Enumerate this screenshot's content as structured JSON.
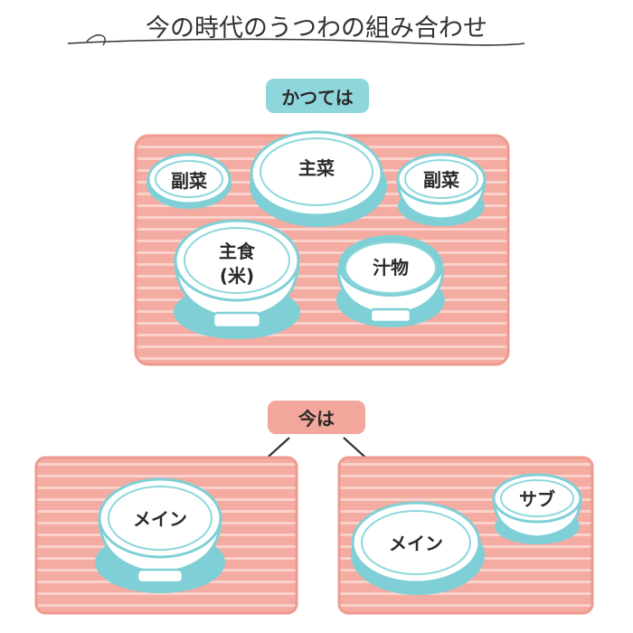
{
  "title": "今の時代のうつわの組み合わせ",
  "past": {
    "heading": "かつては",
    "dishes": {
      "side_left": "副菜",
      "main": "主菜",
      "side_right": "副菜",
      "staple_line1": "主食",
      "staple_line2": "(米)",
      "soup": "汁物"
    }
  },
  "now": {
    "heading": "今は",
    "left": {
      "main": "メイン"
    },
    "right": {
      "main": "メイン",
      "sub": "サブ"
    }
  },
  "colors": {
    "mat": "#f4aba1",
    "mat_stripe": "#fad2cb",
    "mat_border": "#ef9a8f",
    "teal": "#7fd0d6",
    "teal_pill": "#8fd6dc",
    "salmon_pill": "#f3a69c",
    "dish_outline": "#8ed7dc",
    "text": "#2a2a2a"
  }
}
